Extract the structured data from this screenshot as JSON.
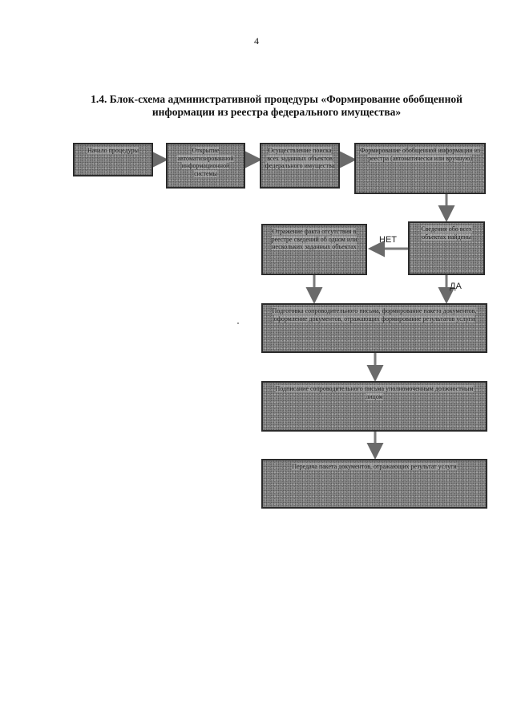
{
  "page_number": "4",
  "title": "1.4. Блок-схема административной процедуры «Формирование обобщенной информации из реестра федерального имущества»",
  "boxes": {
    "b1": "Начало процедуры",
    "b2": "Открытие автоматизированной информационной системы",
    "b3": "Осуществление поиска всех заданных объектов федерального имущества",
    "b4": "Формирование обобщенной информации из реестра (автоматически или вручную)",
    "b5": "Сведения обо всех объектах найдены",
    "b6": "Отражение факта отсутствия в реестре сведений об одном или нескольких заданных объектах",
    "b7": "Подготовка сопроводительного письма, формирование пакета документов, оформление документов, отражающих формирование результатов услуги",
    "b8": "Подписание сопроводительного письма уполномоченным должностным лицом",
    "b9": "Передача пакета документов, отражающих результат услуги"
  },
  "labels": {
    "no": "НЕТ",
    "yes": "ДА"
  }
}
